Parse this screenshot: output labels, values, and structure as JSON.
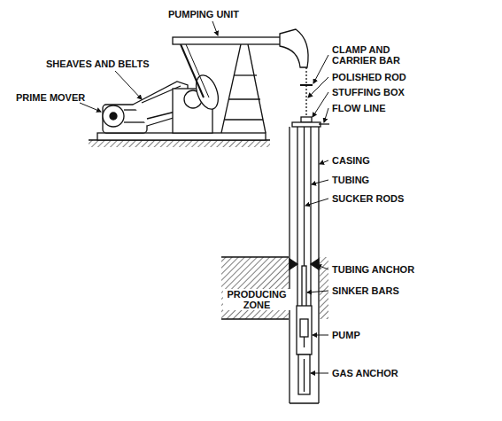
{
  "diagram": {
    "labels": [
      "PUMPING UNIT",
      "SHEAVES AND BELTS",
      "PRIME MOVER",
      "CLAMP AND CARRIER BAR",
      "POLISHED ROD",
      "STUFFING BOX",
      "FLOW LINE",
      "CASING",
      "TUBING",
      "SUCKER RODS",
      "TUBING ANCHOR",
      "PRODUCING ZONE",
      "SINKER BARS",
      "PUMP",
      "GAS ANCHOR"
    ]
  }
}
